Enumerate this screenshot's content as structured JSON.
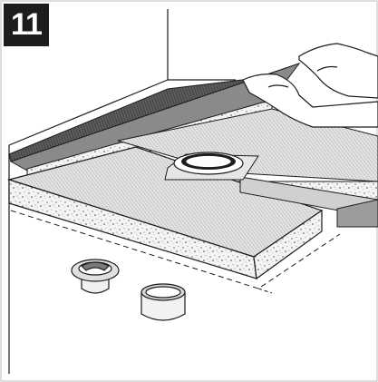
{
  "step": {
    "number": "11"
  },
  "illustration": {
    "parts": [
      "wall-panel",
      "shower-tray-board",
      "floor-drain-flange",
      "drain-grate-insert",
      "drain-sleeve-cup",
      "installer-hands"
    ]
  },
  "colors": {
    "ink": "#1c1c1c",
    "board_face": "#d7d7d7",
    "board_edge": "#eeeeee",
    "background": "#ffffff"
  }
}
